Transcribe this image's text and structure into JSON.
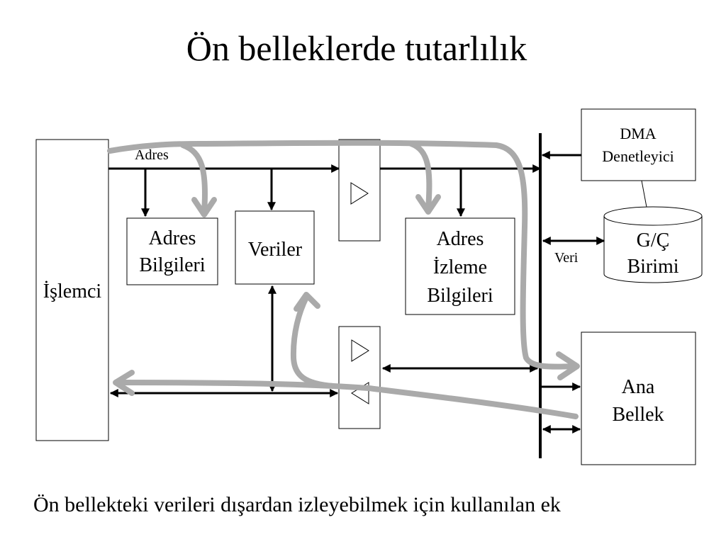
{
  "title": "Ön belleklerde tutarlılık",
  "caption": "Ön bellekteki verileri dışardan izleyebilmek için kullanılan ek",
  "labels": {
    "processor": "İşlemci",
    "address_bus": "Adres",
    "address_info_1": "Adres",
    "address_info_2": "Bilgileri",
    "data": "Veriler",
    "snoop_1": "Adres",
    "snoop_2": "İzleme",
    "snoop_3": "Bilgileri",
    "dma_1": "DMA",
    "dma_2": "Denetleyici",
    "io_1": "G/Ç",
    "io_2": "Birimi",
    "data_bus": "Veri",
    "memory_1": "Ana",
    "memory_2": "Bellek"
  },
  "colors": {
    "flow_path": "#aaaaaa",
    "line": "#000000"
  }
}
